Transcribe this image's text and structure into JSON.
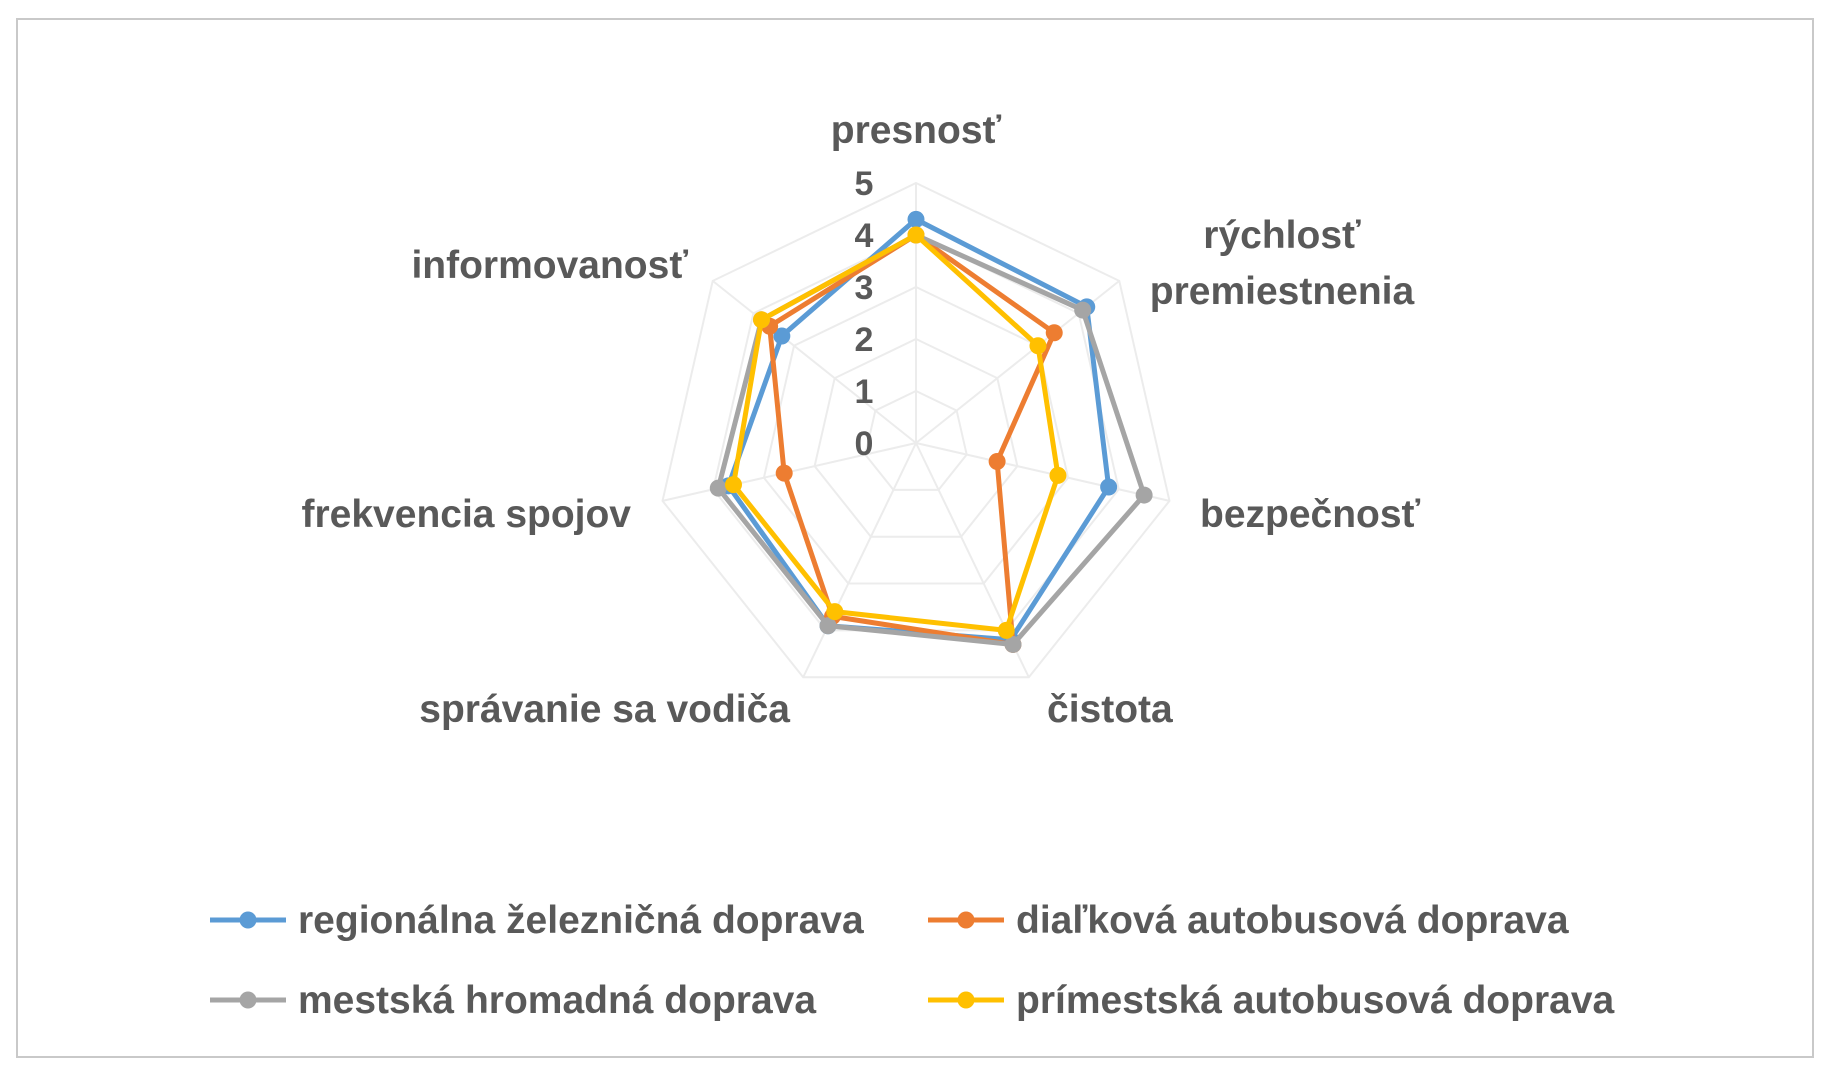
{
  "chart_data": {
    "type": "radar",
    "categories": [
      "presnosť",
      "rýchlosť premiestnenia",
      "bezpečnosť",
      "čistota",
      "správanie sa vodiča",
      "frekvencia spojov",
      "informovanosť"
    ],
    "category_lines": [
      [
        "presnosť"
      ],
      [
        "rýchlosť",
        "premiestnenia"
      ],
      [
        "bezpečnosť"
      ],
      [
        "čistota"
      ],
      [
        "správanie sa vodiča"
      ],
      [
        "frekvencia spojov"
      ],
      [
        "informovanosť"
      ]
    ],
    "r_ticks": [
      0,
      1,
      2,
      3,
      4,
      5
    ],
    "rlim": [
      0,
      5
    ],
    "grid": true,
    "legend_position": "bottom",
    "series": [
      {
        "name": "regionálna železničná doprava",
        "color": "#5b9bd5",
        "values": [
          4.3,
          4.2,
          3.8,
          4.2,
          3.9,
          3.7,
          3.3
        ]
      },
      {
        "name": "diaľková autobusová doprava",
        "color": "#ed7d31",
        "values": [
          4.0,
          3.4,
          1.6,
          4.3,
          3.7,
          2.6,
          3.6
        ]
      },
      {
        "name": "mestská hromadná doprava",
        "color": "#a5a5a5",
        "values": [
          4.0,
          4.1,
          4.5,
          4.3,
          3.9,
          3.9,
          3.8
        ]
      },
      {
        "name": "prímestská autobusová doprava",
        "color": "#ffc000",
        "values": [
          4.0,
          3.0,
          2.8,
          4.0,
          3.6,
          3.6,
          3.8
        ]
      }
    ]
  }
}
